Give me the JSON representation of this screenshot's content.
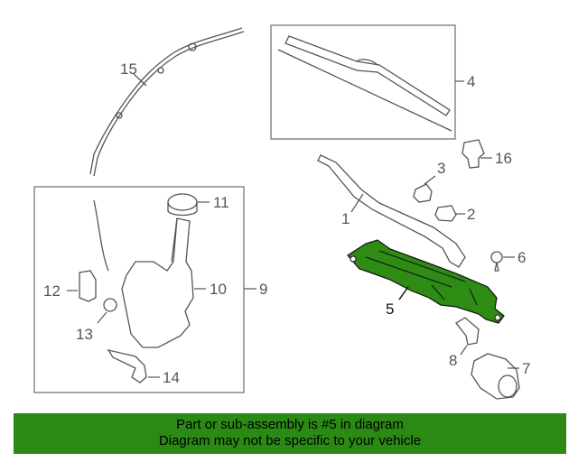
{
  "callouts": {
    "c1": "1",
    "c2": "2",
    "c3": "3",
    "c4": "4",
    "c5": "5",
    "c6": "6",
    "c7": "7",
    "c8": "8",
    "c9": "9",
    "c10": "10",
    "c11": "11",
    "c12": "12",
    "c13": "13",
    "c14": "14",
    "c15": "15",
    "c16": "16"
  },
  "highlight": {
    "part_number": "5",
    "color": "#2e8b14"
  },
  "banner": {
    "line1": "Part or sub-assembly is #5 in diagram",
    "line2": "Diagram may not be specific to your vehicle",
    "background": "#2a8a14"
  }
}
